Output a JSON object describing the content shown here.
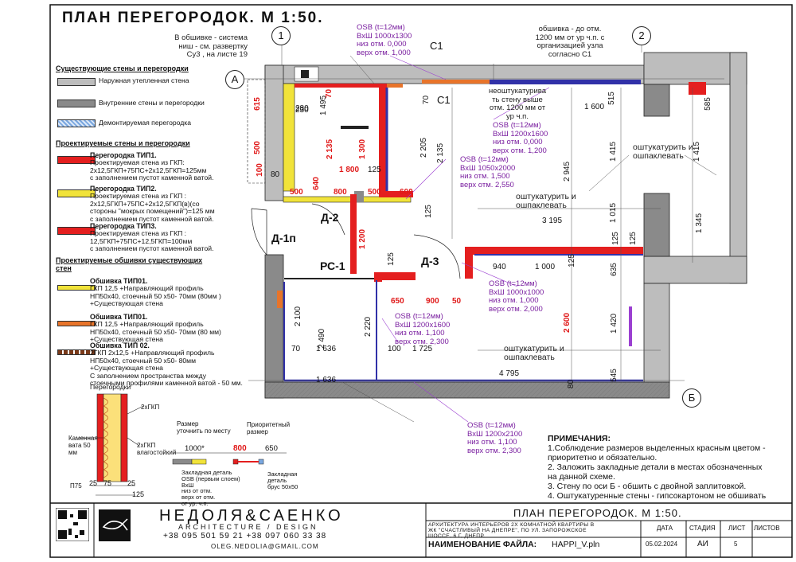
{
  "title": "ПЛАН ПЕРЕГОРОДОК. М    1:50.",
  "top_note": [
    "В обшивке - система",
    "ниш - см. развертку",
    "Су3 , на листе 19"
  ],
  "osb_notes": [
    {
      "lines": [
        "OSB (t=12мм)",
        "ВхШ 1000х1300",
        "низ отм. 0,000",
        "верх отм. 1,000"
      ]
    },
    {
      "lines": [
        "OSB (t=12мм)",
        "ВхШ 1200х1600",
        "низ отм. 0,000",
        "верх отм. 1,200"
      ]
    },
    {
      "lines": [
        "OSB (t=12мм)",
        "ВхШ 1050х2000",
        "низ отм. 1,500",
        "верх отм. 2,550"
      ]
    },
    {
      "lines": [
        "OSB (t=12мм)",
        "ВхШ 1000х1000",
        "низ отм. 1,000",
        "верх отм. 2,000"
      ]
    },
    {
      "lines": [
        "OSB (t=12мм)",
        "ВхШ 1200х1600",
        "низ отм. 1,100",
        "верх отм. 2,300"
      ]
    },
    {
      "lines": [
        "OSB (t=12мм)",
        "ВхШ 1200х2100",
        "низ отм. 1,100",
        "верх отм. 2,300"
      ]
    }
  ],
  "right_note": [
    "обшивка - до отм.",
    "1200 мм от ур ч.п. с",
    "организацией узла",
    "согласно С1"
  ],
  "plaster_note": [
    "неоштукатурива",
    "ть стену выше",
    "отм. 1200 мм от",
    "ур ч.п."
  ],
  "plaster_labels": [
    "оштукатурить и",
    "ошпаклевать"
  ],
  "legend": {
    "existing_title": "Существующие стены и перегородки",
    "existing": [
      "Наружная утепленная стена",
      "Внутренние стены и перегородки",
      "Демонтируемая перегородка"
    ],
    "designed_title": "Проектируемые стены и перегородки",
    "types": [
      {
        "name": "Перегородка ТИП1.",
        "desc": [
          "Проектируемая стена из ГКП:",
          "2х12,5ГКП+75ПС+2х12,5ГКП=125мм",
          "с заполнением пустот каменной ватой."
        ],
        "color": "#e41f1f"
      },
      {
        "name": "Перегородка ТИП2.",
        "desc": [
          "Проектируемая стена из ГКП :",
          "2х12,5ГКП+75ПС+2х12,5ГКП(в)(со",
          "стороны \"мокрых помещений\")=125 мм",
          "с заполнением пустот каменной ватой."
        ],
        "color": "#f1e33a"
      },
      {
        "name": "Перегородка ТИП3.",
        "desc": [
          "Проектируемая стена из ГКП :",
          "12,5ГКП+75ПС+12,5ГКП=100мм",
          "с заполнением пустот каменной ватой."
        ],
        "color": "#e41f1f"
      }
    ],
    "cladding_title": "Проектируемые обшивки существующих стен",
    "claddings": [
      {
        "name": "Обшивка ТИП01.",
        "desc": [
          "ГКП 12,5 +Направляющий профиль",
          "НП50х40, стоечный 50 х50- 70мм (80мм )",
          "+Существующая стена"
        ],
        "color": "#f1e33a"
      },
      {
        "name": "Обшивка ТИП01.",
        "desc": [
          "ГКП 12,5 +Направляющий профиль",
          "НП50х40, стоечный 50 х50- 70мм (80 мм)",
          "+Существующая стена"
        ],
        "color": "#e8742a"
      },
      {
        "name": "Обшивка ТИП 02.",
        "desc": [
          "2ГКП 2х12,5 +Направляющий профиль",
          "НП50х40, стоечный 50 х50- 80мм",
          "+Существующая стена",
          "С заполнением пространства между",
          "стоечными профилями каменной ватой - 50 мм."
        ],
        "color": "#7a3a1a"
      }
    ]
  },
  "detail": {
    "title": "Перегородки",
    "labels": [
      "2хГКП",
      "Каменная вата 50 мм",
      "2хГКП влагостойкий",
      "П75"
    ],
    "dims": [
      "25",
      "75",
      "25",
      "125"
    ],
    "size_note": [
      "Размер",
      "уточнить по месту"
    ],
    "priority_note": [
      "Приоритетный",
      "размер"
    ],
    "values": [
      "1000*",
      "800",
      "650"
    ],
    "emb1": [
      "Закладная деталь",
      "OSB (первым слоем)",
      "ВхШ",
      "низ от отм.",
      "верх от отм.",
      "от ур. ч.п."
    ],
    "emb2": [
      "Закладная",
      "деталь",
      "брус 50х50"
    ]
  },
  "rooms": [
    "Д-2",
    "Д-1п",
    "РС-1",
    "Д-3"
  ],
  "axes": [
    "1",
    "2",
    "А",
    "Б"
  ],
  "sections": [
    "С1",
    "С1"
  ],
  "dims_black": [
    "230",
    "1 495",
    "280",
    "80",
    "125",
    "2 135",
    "2 205",
    "70",
    "3 195",
    "2 945",
    "1 600",
    "515",
    "1 415",
    "1 015",
    "125",
    "1 345",
    "585",
    "1 415",
    "125",
    "940",
    "1 000",
    "635",
    "1 420",
    "545",
    "125",
    "2 100",
    "2 490",
    "2 220",
    "70",
    "1 636",
    "100",
    "1 725",
    "1 636",
    "4 795",
    "80",
    "125",
    "125"
  ],
  "dims_red": [
    "615",
    "500",
    "100",
    "70",
    "1 300",
    "2 135",
    "1 800",
    "640",
    "500",
    "800",
    "500",
    "600",
    "1 200",
    "650",
    "900",
    "50",
    "2 600"
  ],
  "notes": {
    "title": "ПРИМЕЧАНИЯ:",
    "items": [
      "1.Соблюдение размеров выделенных красным цветом -",
      "приоритетно и обязательно.",
      "2. Заложить закладные детали в местах обозначенных",
      "на данной схеме.",
      "3. Стену по оси Б - обшить с двойной заплитовкой.",
      "4. Оштукатуренные стены - гипсокартоном не обшивать"
    ]
  },
  "title_block": {
    "company": "НЕДОЛЯ&САЕНКО",
    "subtitle": "ARCHITECTURE / DESIGN",
    "phones": "+38 095 501 59 21  +38 097 060 33 38",
    "email": "OLEG.NEDOLIA@GMAIL.COM",
    "sheet_title": "ПЛАН ПЕРЕГОРОДОК. М   1:50.",
    "project": [
      "АРХИТЕКТУРА ИНТЕРЬЕРОВ 2Х КОМНАТНОЙ КВАРТИРЫ В",
      "ЖК \"СЧАСТЛИВЫЙ НА ДНЕПРЕ\", ПО УЛ. ЗАПОРОЖСКОЕ",
      "ШОССЕ, 6 Г, ДНЕПР."
    ],
    "file_label": "НАИМЕНОВАНИЕ ФАЙЛА:",
    "file_name": "HAPPI_V.pln",
    "cols": [
      "ДАТА",
      "СТАДИЯ",
      "ЛИСТ",
      "ЛИСТОВ"
    ],
    "vals": [
      "05.02.2024",
      "АИ",
      "5",
      ""
    ]
  }
}
